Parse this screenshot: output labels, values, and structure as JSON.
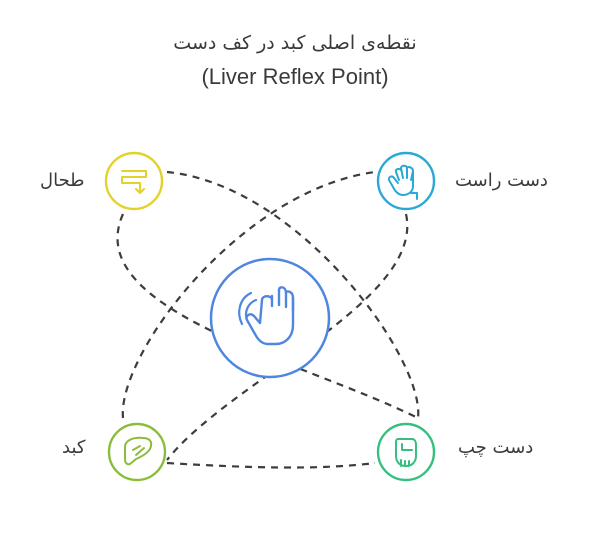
{
  "title": {
    "fa": "نقطه‌ی اصلی کبد در کف دست",
    "en": "(Liver Reflex Point)"
  },
  "center": {
    "icon": "touch-hand-icon",
    "color": "#4f86e0"
  },
  "nodes": [
    {
      "id": "spleen",
      "label": "طحال",
      "icon": "intestine-icon",
      "color": "#e3d12c"
    },
    {
      "id": "right-hand",
      "label": "دست راست",
      "icon": "right-hand-icon",
      "color": "#2aa8d6"
    },
    {
      "id": "liver",
      "label": "کبد",
      "icon": "liver-icon",
      "color": "#8cbd3a"
    },
    {
      "id": "left-hand",
      "label": "دست چپ",
      "icon": "left-hand-icon",
      "color": "#35c07f"
    }
  ],
  "connector_color": "#3d3d3d"
}
